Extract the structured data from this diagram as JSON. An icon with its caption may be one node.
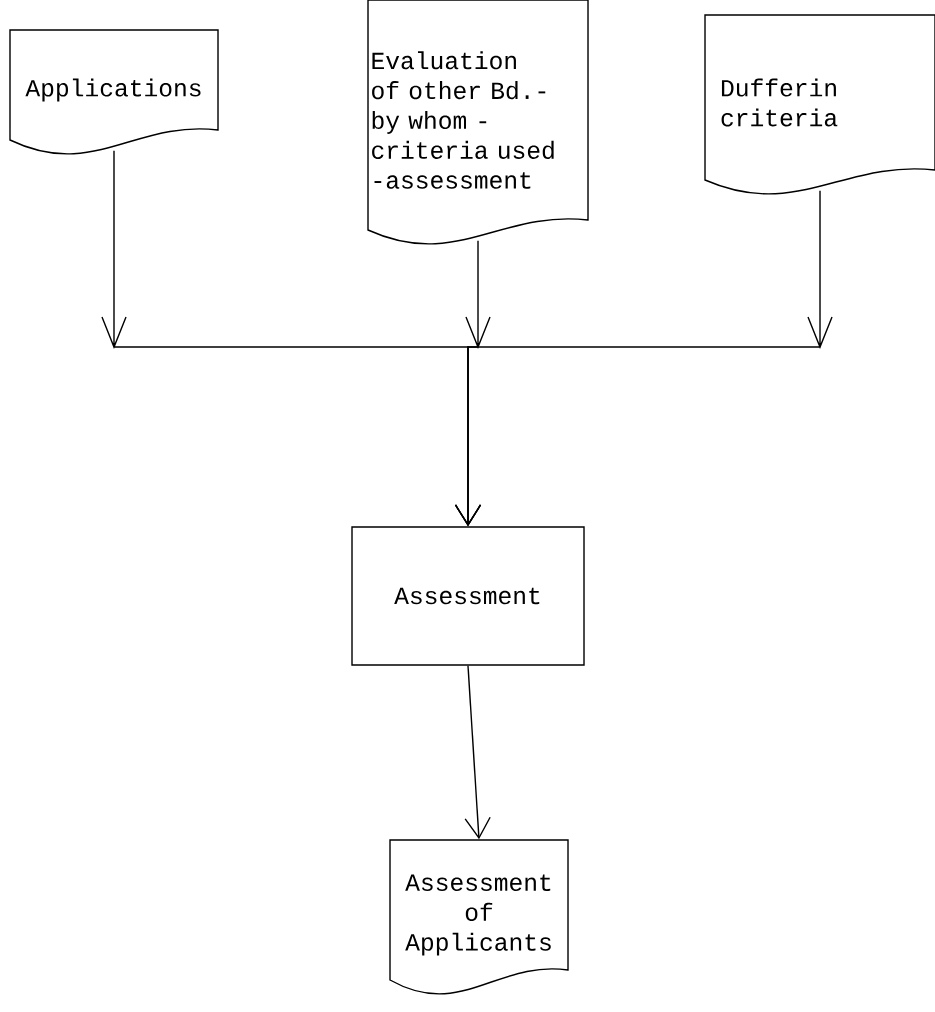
{
  "diagram": {
    "nodes": [
      {
        "text": [
          "Applications"
        ]
      },
      {
        "text": [
          "Evaluation of other Bd.- by whom -criteria used -assessment"
        ]
      },
      {
        "text": [
          "Dufferin criteria"
        ]
      },
      {
        "text": [
          "Assessment"
        ]
      },
      {
        "text": [
          "Assessment of Applicants"
        ]
      }
    ],
    "edges": [
      {
        "from": 0,
        "to": 3,
        "arrow": "to"
      },
      {
        "from": 1,
        "to": 3,
        "arrow": "to"
      },
      {
        "from": 2,
        "to": 3,
        "arrow": "to"
      },
      {
        "from": 3,
        "to": 4,
        "arrow": "to"
      }
    ]
  }
}
